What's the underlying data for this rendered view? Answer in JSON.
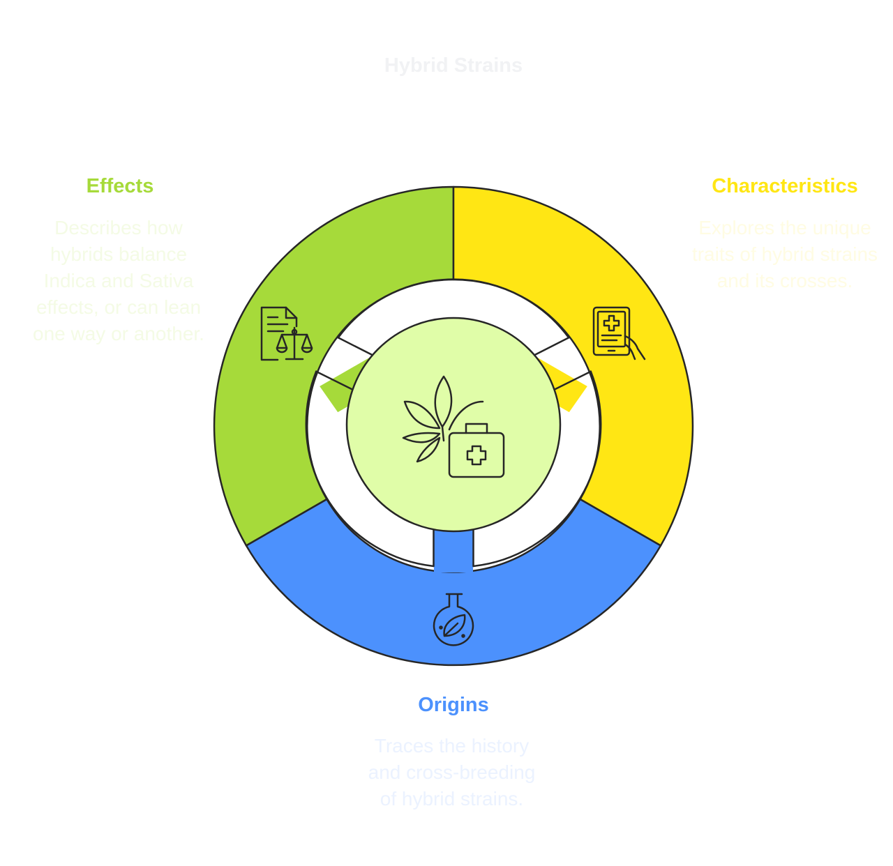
{
  "title": "Hybrid Strains",
  "colors": {
    "effects": "#A6DA3A",
    "characteristics": "#FFE614",
    "origins": "#4C91FD",
    "center": "#E0FDA8",
    "outline": "#262626",
    "title_text": "#F1F2F4",
    "effects_desc_text": "#F4FBE5",
    "characteristics_desc_text": "#FFFCE3",
    "origins_desc_text": "#EBF2FF"
  },
  "center": {
    "icon": "cannabis-medical-kit-icon"
  },
  "sections": [
    {
      "id": "effects",
      "heading": "Effects",
      "description": "Describes how hybrids balance Indica and Sativa effects, or can lean one way or another.",
      "icon": "legal-document-scales-icon"
    },
    {
      "id": "characteristics",
      "heading": "Characteristics",
      "description": "Explores the unique traits of hybrid strains and its crosses.",
      "icon": "medical-tablet-icon"
    },
    {
      "id": "origins",
      "heading": "Origins",
      "description": "Traces the history and cross-breeding of hybrid strains.",
      "icon": "leaf-flask-icon"
    }
  ]
}
